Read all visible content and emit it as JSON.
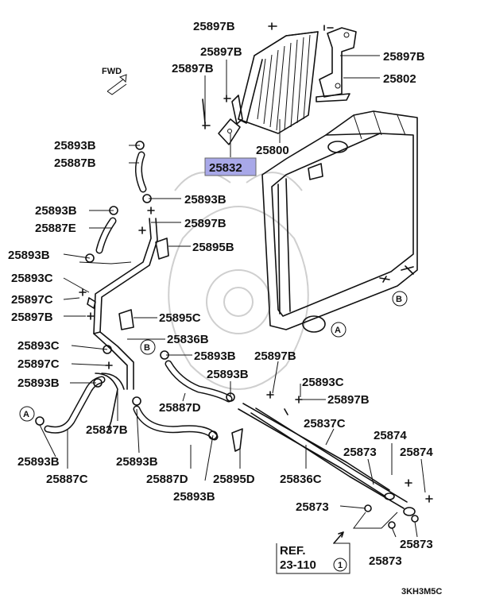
{
  "labels": {
    "b25897_top": "25897B",
    "b25897_right": "25897B",
    "b25897_mid": "25897B",
    "b25897_left": "25897B",
    "p25802": "25802",
    "p25800": "25800",
    "p25832": "25832",
    "c25893b_1": "25893B",
    "h25887b": "25887B",
    "c25893b_2": "25893B",
    "c25893b_3": "25893B",
    "b25897_c": "25897B",
    "h25887e": "25887E",
    "c25893b_4": "25893B",
    "br25895b": "25895B",
    "c25893c_1": "25893C",
    "b25897c_1": "25897C",
    "b25897_d": "25897B",
    "br25895c": "25895C",
    "t25836b": "25836B",
    "c25893c_2": "25893C",
    "c25893b_5": "25893B",
    "b25897c_2": "25897C",
    "b25897_e": "25897B",
    "c25893b_6": "25893B",
    "c25893b_7": "25893B",
    "c25893c_3": "25893C",
    "b25897_f": "25897B",
    "h25887d_1": "25887D",
    "t25837c": "25837C",
    "t25837b": "25837B",
    "p25874_1": "25874",
    "p25874_2": "25874",
    "p25873_1": "25873",
    "c25893b_8": "25893B",
    "h25887c": "25887C",
    "c25893b_9": "25893B",
    "h25887d_2": "25887D",
    "br25895d": "25895D",
    "t25836c": "25836C",
    "c25893b_10": "25893B",
    "p25873_2": "25873",
    "p25873_3": "25873",
    "p25873_4": "25873"
  },
  "fwd": "FWD",
  "markers": {
    "a": "A",
    "b": "B"
  },
  "ref": {
    "line1": "REF.",
    "line2": "23-110",
    "circle": "1"
  },
  "code": "3KH3M5C",
  "colors": {
    "highlight": "#a8a8e8",
    "ink": "#111111"
  }
}
